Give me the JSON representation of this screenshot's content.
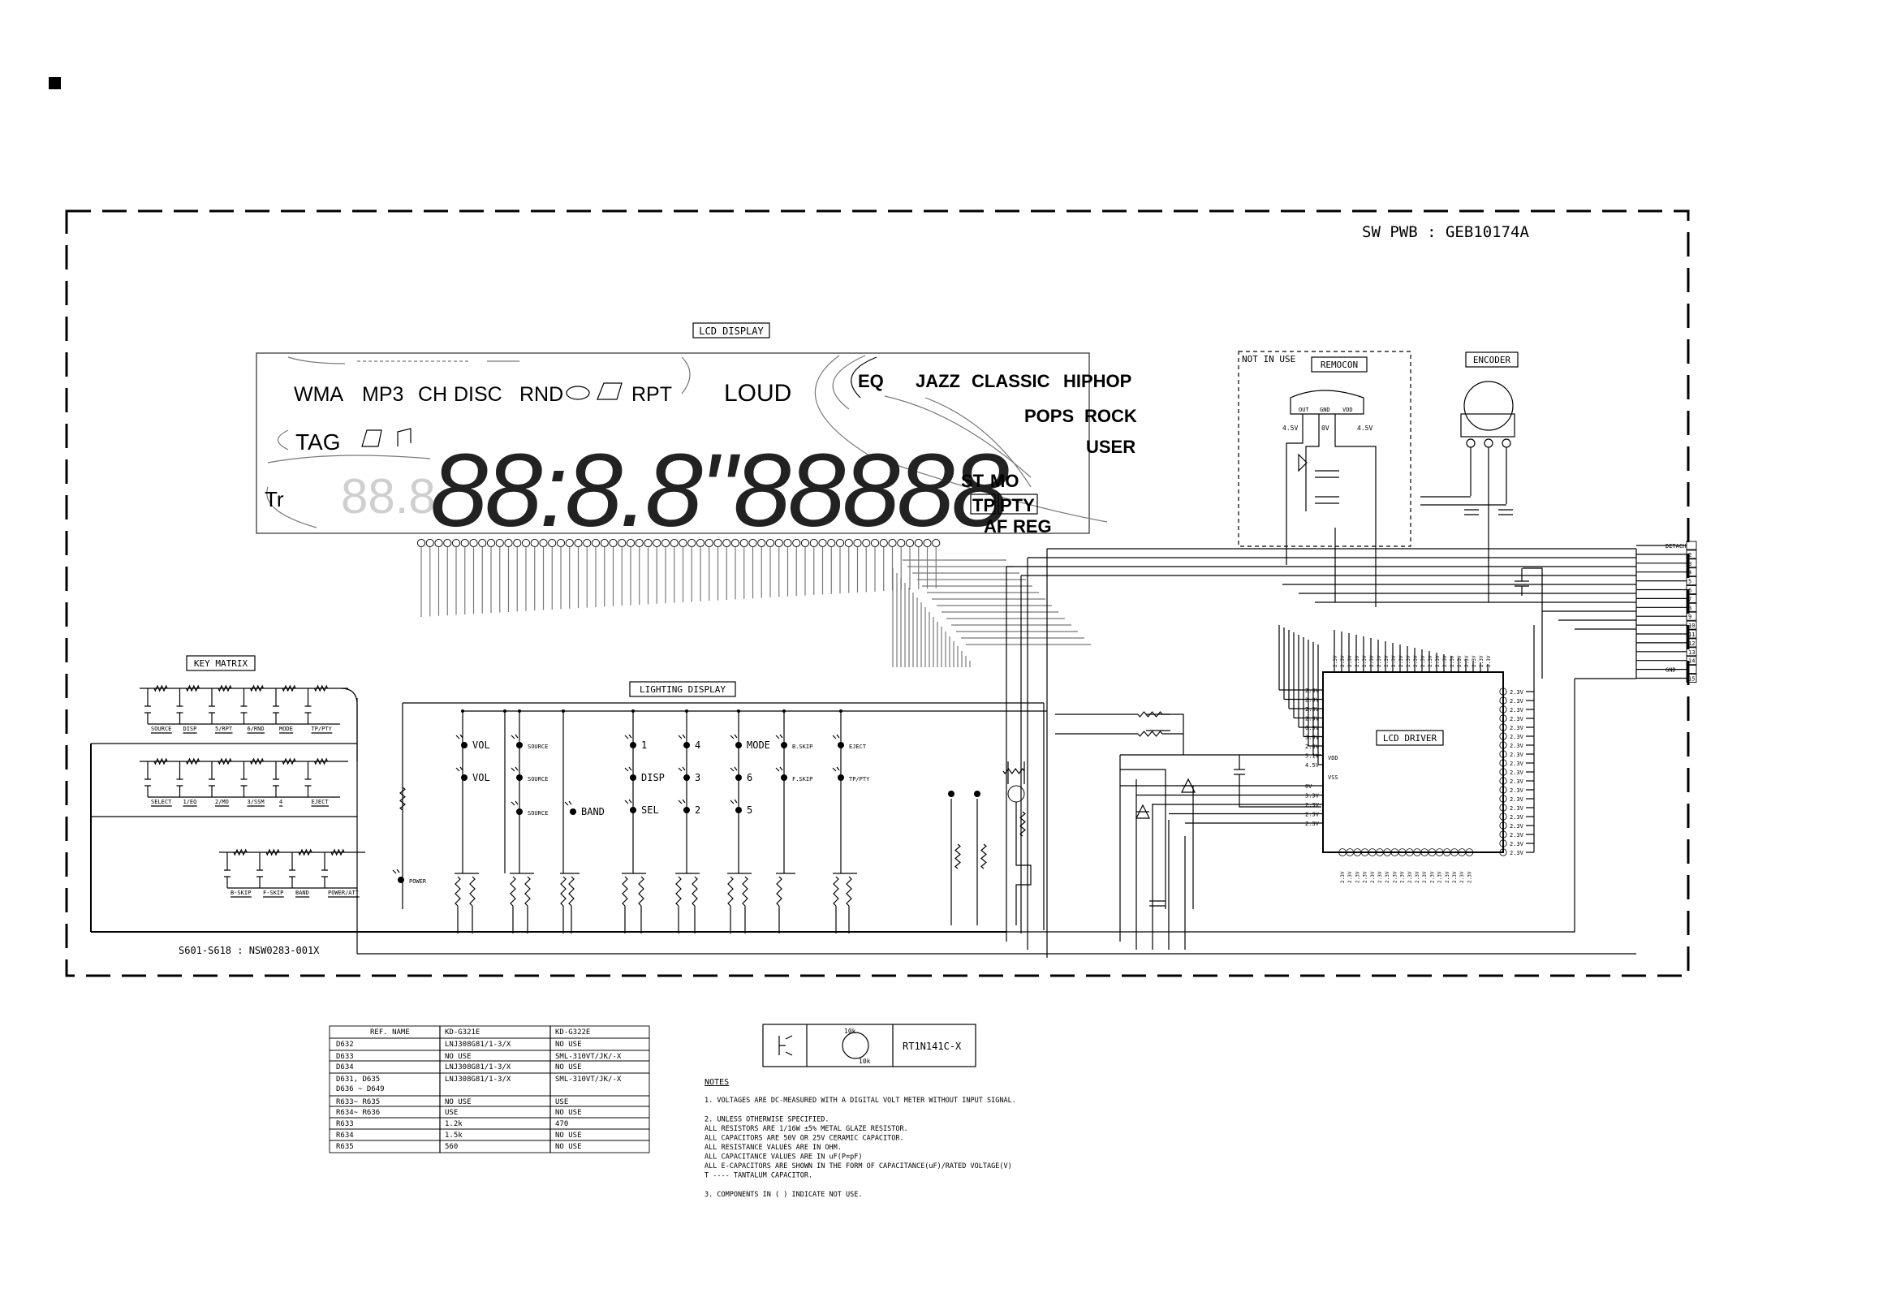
{
  "board_label": "SW PWB : GEB10174A",
  "lcd_display": {
    "label": "LCD DISPLAY",
    "segments_row1": [
      "WMA",
      "MP3",
      "CH",
      "DISC",
      "RND",
      "RPT",
      "LOUD"
    ],
    "eq_labels": [
      "EQ",
      "JAZZ",
      "CLASSIC",
      "HIPHOP",
      "POPS",
      "ROCK",
      "USER"
    ],
    "misc_labels": [
      "TAG",
      "Tr",
      "ST",
      "MO",
      "TP",
      "PTY",
      "AF",
      "REG"
    ],
    "digits": "88:8.8\"88888"
  },
  "blocks": {
    "remocon": "REMOCON",
    "not_in_use": "NOT IN USE",
    "encoder": "ENCODER",
    "key_matrix": "KEY MATRIX",
    "lighting_display": "LIGHTING DISPLAY",
    "lcd_driver": "LCD DRIVER",
    "remocon_pins": [
      "OUT",
      "GND",
      "VDD"
    ],
    "remocon_voltages": [
      "4.5V",
      "0V",
      "4.5V"
    ]
  },
  "key_matrix": {
    "row1": [
      "SOURCE",
      "DISP",
      "5/RPT",
      "6/RND",
      "MODE",
      "TP/PTY"
    ],
    "row2": [
      "SELECT",
      "1/EQ",
      "2/MO",
      "3/SSM",
      "4",
      "EJECT"
    ],
    "row3": [
      "B-SKIP",
      "F-SKIP",
      "BAND",
      "POWER/ATT"
    ],
    "footer": "S601-S618 : NSW0283-001X"
  },
  "lighting": {
    "labels": [
      "VOL",
      "VOL",
      "SOURCE",
      "SOURCE",
      "SOURCE",
      "BAND",
      "1",
      "4",
      "DISP",
      "3",
      "SEL",
      "2",
      "MODE",
      "6",
      "5",
      "B.SKIP",
      "F.SKIP",
      "EJECT",
      "TP/PTY",
      "POWER"
    ]
  },
  "connector": {
    "pins": [
      "DETACH",
      "2",
      "3",
      "4",
      "5",
      "6",
      "7",
      "8",
      "9",
      "10",
      "11",
      "12",
      "13",
      "14",
      "GND",
      "15"
    ]
  },
  "driver_voltages": {
    "top": "2.3V",
    "left": [
      "2.3V",
      "2.3V",
      "2.3V",
      "2.3V",
      "0.9V",
      "3.9V",
      "2.3V",
      "5.1V",
      "4.5V"
    ],
    "left_lower": [
      "0V",
      "3.3V",
      "2.3V",
      "2.3V",
      "2.3V"
    ],
    "vdd": "VDD",
    "vss": "VSS"
  },
  "part_table": {
    "headers": [
      "REF. NAME",
      "KD-G321E",
      "KD-G322E"
    ],
    "rows": [
      [
        "D632",
        "LNJ308G81/1-3/X",
        "NO USE"
      ],
      [
        "D633",
        "NO USE",
        "SML-310VT/JK/-X"
      ],
      [
        "D634",
        "LNJ308G81/1-3/X",
        "NO USE"
      ],
      [
        "D631, D635\nD636 ~ D649",
        "LNJ308G81/1-3/X",
        "SML-310VT/JK/-X"
      ],
      [
        "R633~ R635",
        "NO USE",
        "USE"
      ],
      [
        "R634~ R636",
        "USE",
        "NO USE"
      ],
      [
        "R633",
        "1.2k",
        "470"
      ],
      [
        "R634",
        "1.5k",
        "NO USE"
      ],
      [
        "R635",
        "560",
        "NO USE"
      ]
    ]
  },
  "transistor": {
    "part": "RT1N141C-X",
    "r1": "10k",
    "r2": "10k"
  },
  "notes": {
    "title": "NOTES",
    "items": [
      "1. VOLTAGES ARE DC-MEASURED WITH A DIGITAL VOLT METER WITHOUT INPUT SIGNAL.",
      "2. UNLESS OTHERWISE SPECIFIED.",
      "   ALL RESISTORS ARE 1/16W ±5% METAL GLAZE RESISTOR.",
      "   ALL CAPACITORS ARE 50V OR 25V CERAMIC CAPACITOR.",
      "   ALL RESISTANCE VALUES ARE IN OHM.",
      "   ALL CAPACITANCE VALUES ARE IN uF(P=pF)",
      "   ALL E-CAPACITORS ARE SHOWN IN THE FORM OF CAPACITANCE(uF)/RATED VOLTAGE(V)",
      "   T ---- TANTALUM CAPACITOR.",
      "3. COMPONENTS IN (  ) INDICATE NOT USE."
    ]
  }
}
